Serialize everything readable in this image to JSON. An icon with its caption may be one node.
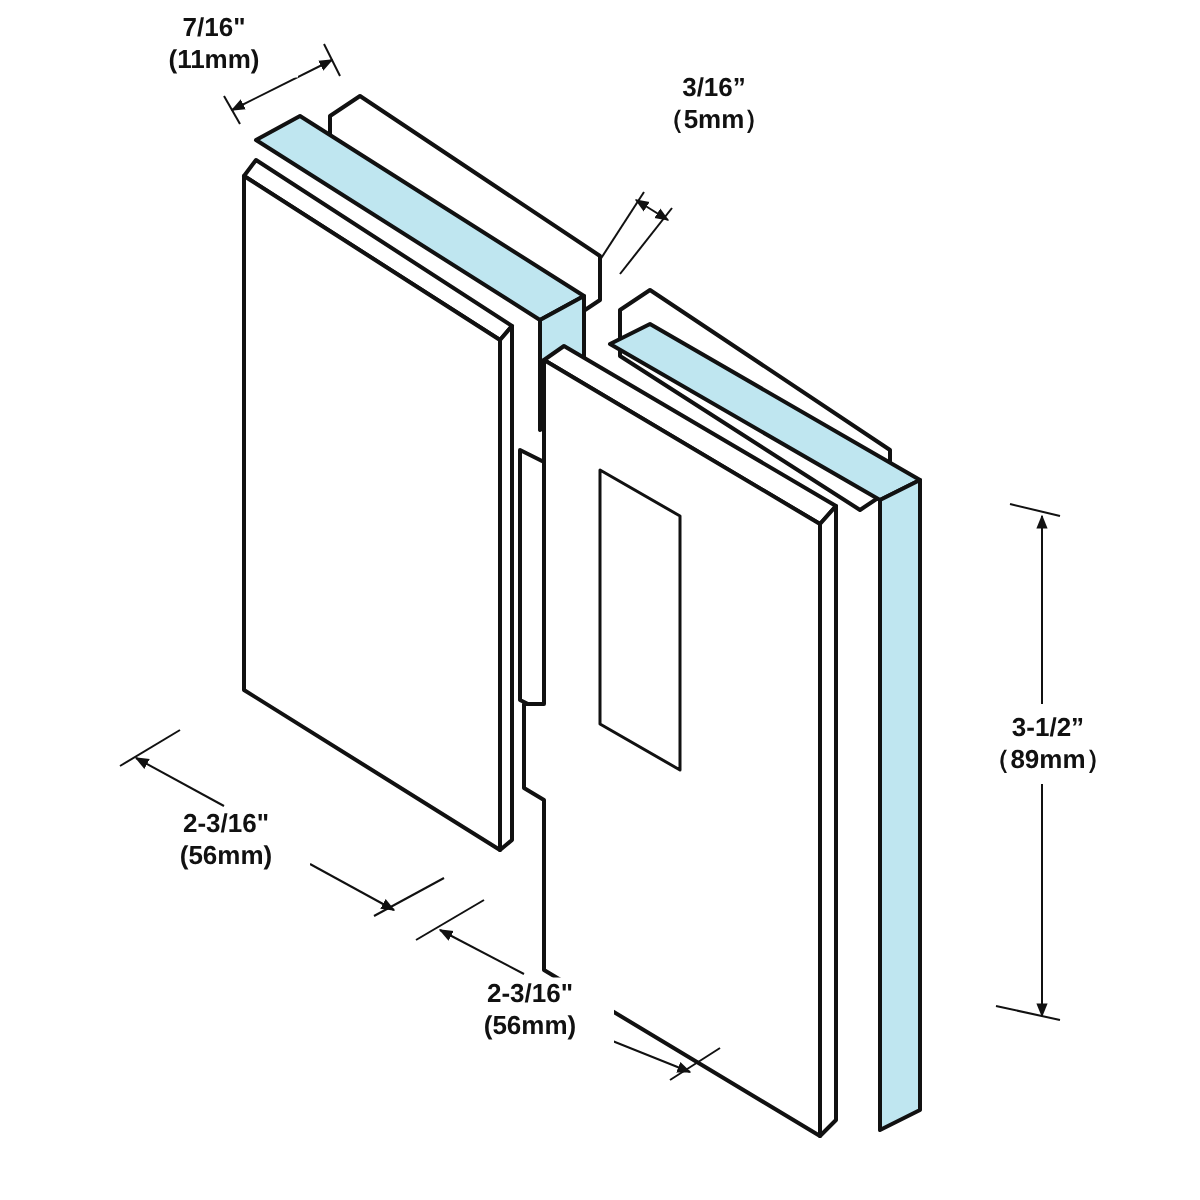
{
  "diagram": {
    "labels": [
      "7/16\" (11mm)",
      "3/16” （5mm）",
      "3-1/2” （89mm）",
      "2-3/16\" (56mm)",
      "2-3/16\" (56mm)"
    ]
  }
}
